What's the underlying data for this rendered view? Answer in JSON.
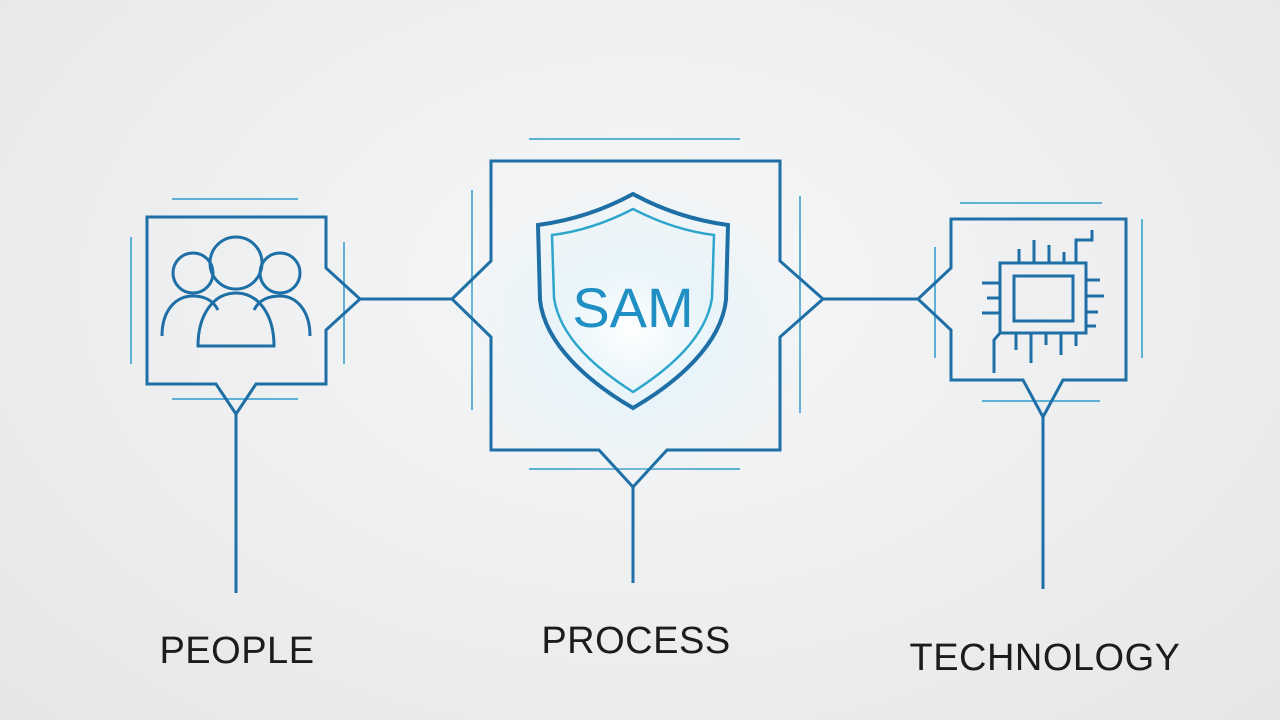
{
  "center": {
    "badge_text": "SAM"
  },
  "pillars": [
    {
      "label": "PEOPLE",
      "icon": "people-group-icon"
    },
    {
      "label": "PROCESS",
      "icon": "shield-icon"
    },
    {
      "label": "TECHNOLOGY",
      "icon": "cpu-chip-icon"
    }
  ],
  "colors": {
    "stroke": "#1d6fa6",
    "accent": "#2ea6cc",
    "shield_text": "#1f8fc4",
    "label_text": "#1c1c1c",
    "background": "#eceeef"
  }
}
